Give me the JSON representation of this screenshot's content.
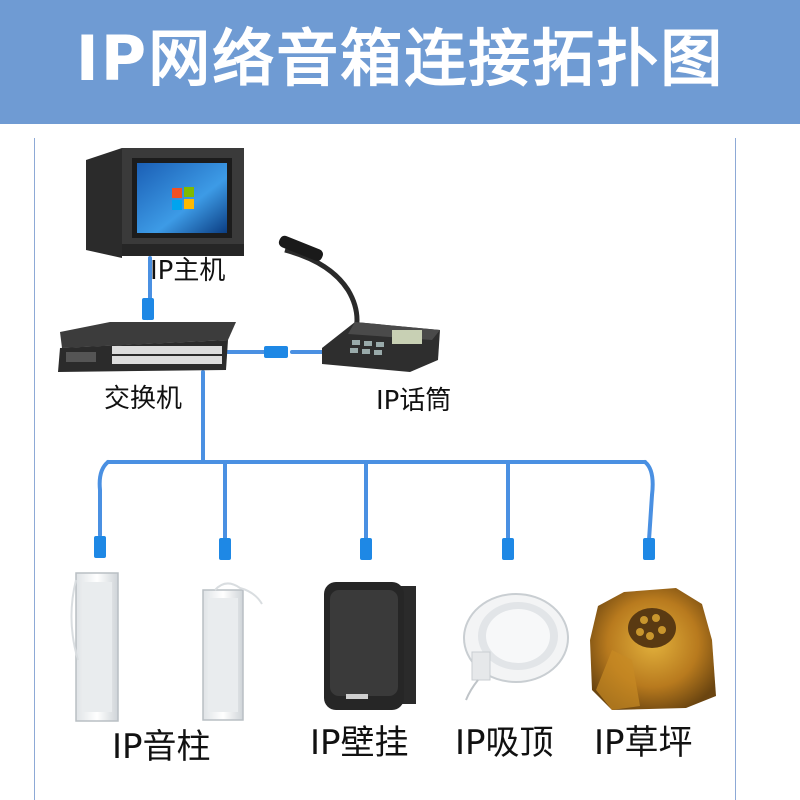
{
  "title": "IP网络音箱连接拓扑图",
  "labels": {
    "host": "IP主机",
    "switch": "交换机",
    "mic": "IP话筒",
    "column": "IP音柱",
    "wall": "IP壁挂",
    "ceiling": "IP吸顶",
    "lawn": "IP草坪"
  },
  "colors": {
    "header_bg": "#6f9bd3",
    "cable": "#4a90e2",
    "connector": "#1e88e5"
  },
  "icons": [
    "computer-monitor-icon",
    "network-switch-icon",
    "paging-microphone-icon",
    "column-speaker-icon",
    "wall-speaker-icon",
    "ceiling-speaker-icon",
    "lawn-rock-speaker-icon",
    "rj45-connector-icon"
  ]
}
